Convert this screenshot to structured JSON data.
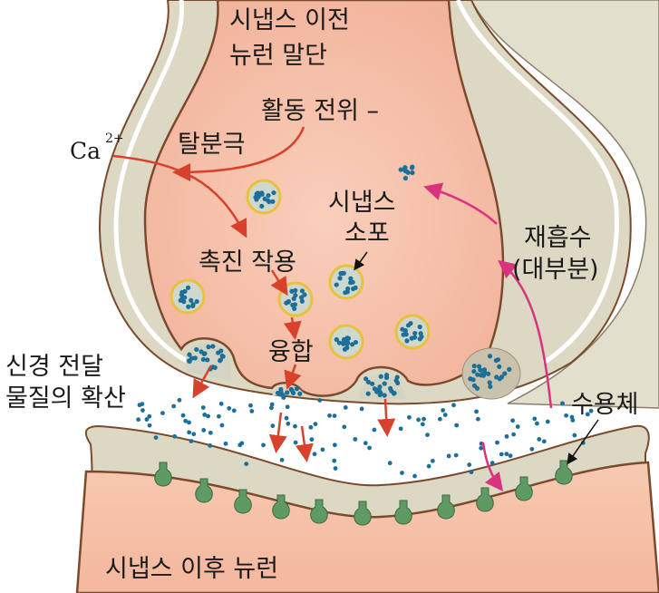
{
  "labels": {
    "presynaptic_line1": "시냅스 이전",
    "presynaptic_line2": "뉴런 말단",
    "action_potential": "활동 전위 –",
    "calcium": "Ca",
    "calcium_charge": "2+",
    "depolarization": "탈분극",
    "vesicle_line1": "시냅스",
    "vesicle_line2": "소포",
    "facilitation": "촉진 작용",
    "fusion": "융합",
    "reuptake_line1": "재흡수",
    "reuptake_line2": "(대부분)",
    "diffusion_line1": "신경 전달",
    "diffusion_line2": "물질의 확산",
    "receptor": "수용체",
    "postsynaptic": "시냅스 이후 뉴런"
  },
  "colors": {
    "cytoplasm": "#f7c6b0",
    "membrane": "#dcd8c4",
    "outline": "#7b4a2c",
    "vesicle_ring": "#e8c23a",
    "neurotransmitter": "#1c6f98",
    "receptor": "#5f9a63",
    "arrow_red": "#d8412b",
    "arrow_pink": "#d9337f"
  }
}
